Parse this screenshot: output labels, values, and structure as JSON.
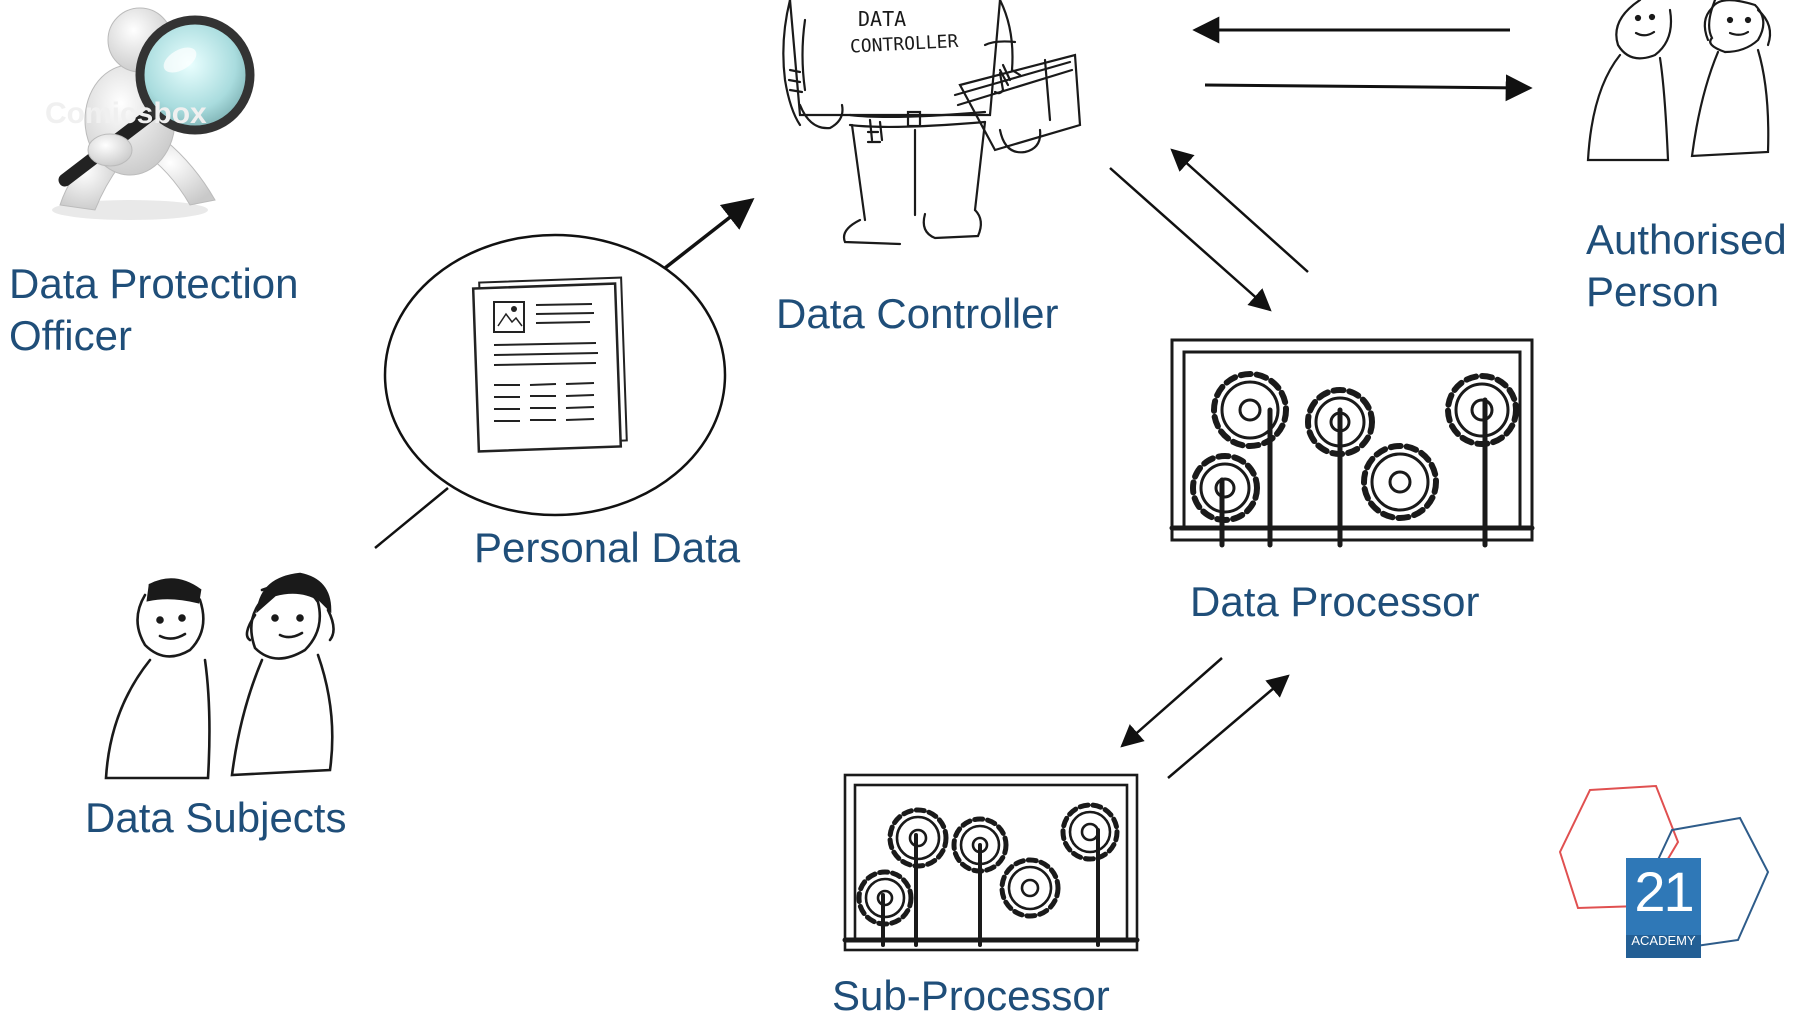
{
  "labels": {
    "dpo": "Data Protection Officer",
    "personal_data": "Personal Data",
    "data_controller": "Data Controller",
    "authorised_person": "Authorised Person",
    "data_processor": "Data Processor",
    "data_subjects": "Data Subjects",
    "sub_processor": "Sub-Processor"
  },
  "shirt_text": {
    "line1": "DATA",
    "line2": "CONTROLLER"
  },
  "watermark": "Comicsbox",
  "logo": {
    "number": "21",
    "word": "ACADEMY",
    "accent_red": "#e05050",
    "accent_blue": "#2e5c8a",
    "tile_color": "#2f78b7"
  },
  "colors": {
    "label_text": "#1f4e79",
    "sketch_line": "#1a1a1a"
  }
}
